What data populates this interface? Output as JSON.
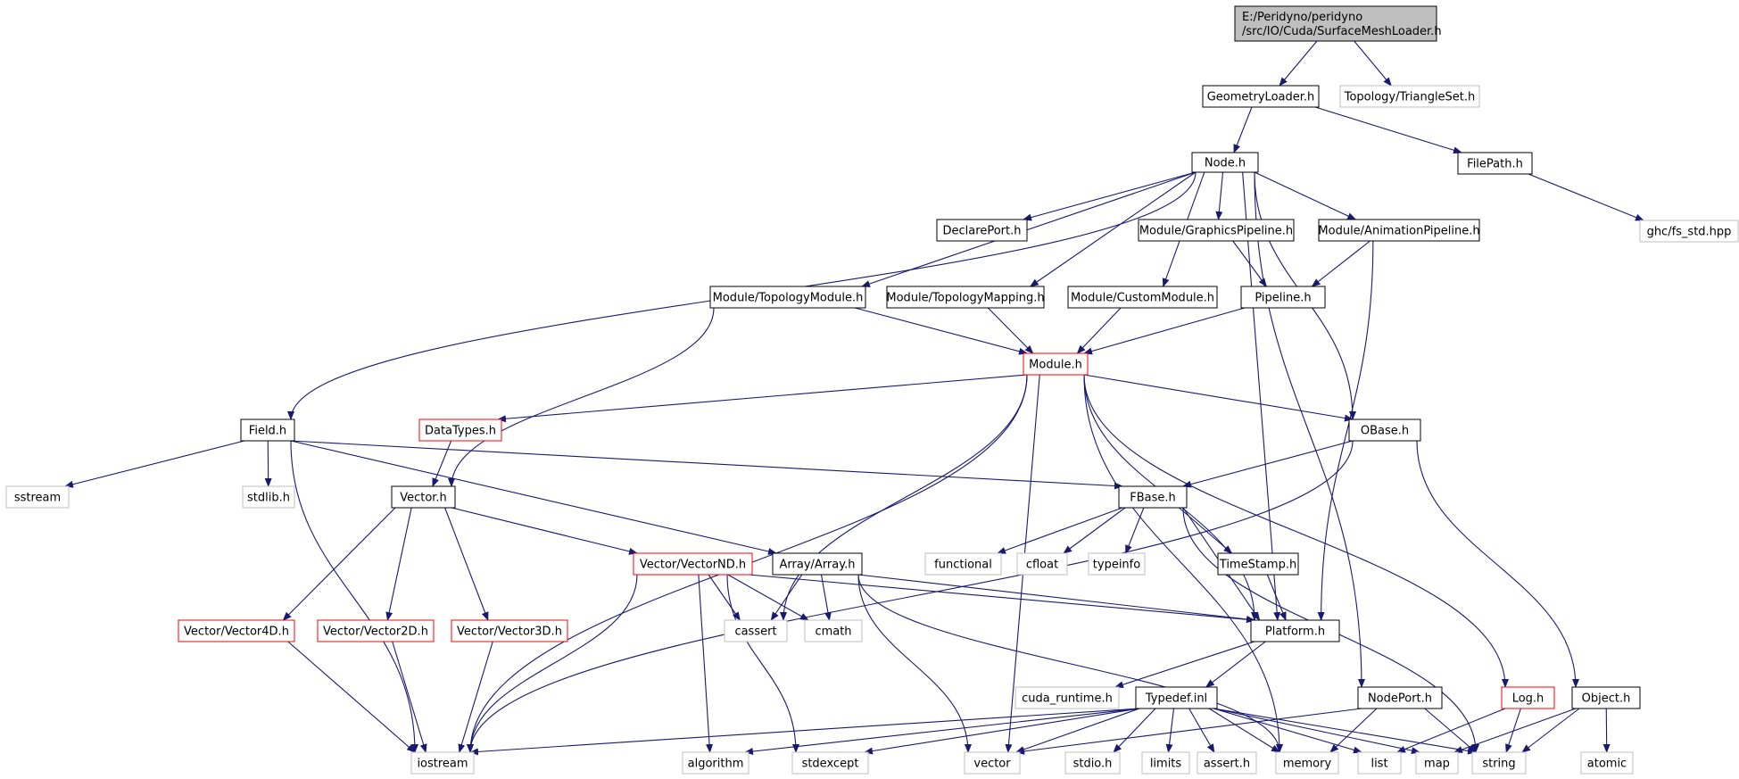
{
  "colors": {
    "edge": "#191970",
    "border_normal": "#000000",
    "border_truncated": "#ff0000",
    "border_external": "#bfbfbf",
    "fill_root": "#bfbfbf",
    "fill_node": "#ffffff",
    "text": "#000000"
  },
  "nodes": [
    {
      "id": "root",
      "label": "E:/Peridyno/peridyno\n/src/IO/Cuda/SurfaceMeshLoader.h",
      "kind": "root"
    },
    {
      "id": "geometryloader",
      "label": "GeometryLoader.h",
      "kind": "normal"
    },
    {
      "id": "triangleset",
      "label": "Topology/TriangleSet.h",
      "kind": "external"
    },
    {
      "id": "node",
      "label": "Node.h",
      "kind": "normal"
    },
    {
      "id": "filepath",
      "label": "FilePath.h",
      "kind": "normal"
    },
    {
      "id": "fsstd",
      "label": "ghc/fs_std.hpp",
      "kind": "external"
    },
    {
      "id": "declareport",
      "label": "DeclarePort.h",
      "kind": "normal"
    },
    {
      "id": "graphicspipeline",
      "label": "Module/GraphicsPipeline.h",
      "kind": "normal"
    },
    {
      "id": "animationpipeline",
      "label": "Module/AnimationPipeline.h",
      "kind": "normal"
    },
    {
      "id": "topologymodule",
      "label": "Module/TopologyModule.h",
      "kind": "normal"
    },
    {
      "id": "topologymapping",
      "label": "Module/TopologyMapping.h",
      "kind": "normal"
    },
    {
      "id": "custommodule",
      "label": "Module/CustomModule.h",
      "kind": "normal"
    },
    {
      "id": "pipeline",
      "label": "Pipeline.h",
      "kind": "normal"
    },
    {
      "id": "module",
      "label": "Module.h",
      "kind": "truncated"
    },
    {
      "id": "field",
      "label": "Field.h",
      "kind": "normal"
    },
    {
      "id": "datatypes",
      "label": "DataTypes.h",
      "kind": "truncated"
    },
    {
      "id": "obase",
      "label": "OBase.h",
      "kind": "normal"
    },
    {
      "id": "sstream",
      "label": "sstream",
      "kind": "external"
    },
    {
      "id": "stdlib",
      "label": "stdlib.h",
      "kind": "external"
    },
    {
      "id": "vector_h",
      "label": "Vector.h",
      "kind": "normal"
    },
    {
      "id": "fbase",
      "label": "FBase.h",
      "kind": "normal"
    },
    {
      "id": "functional",
      "label": "functional",
      "kind": "external"
    },
    {
      "id": "cfloat",
      "label": "cfloat",
      "kind": "external"
    },
    {
      "id": "typeinfo",
      "label": "typeinfo",
      "kind": "external"
    },
    {
      "id": "timestamp",
      "label": "TimeStamp.h",
      "kind": "normal"
    },
    {
      "id": "vectornd",
      "label": "Vector/VectorND.h",
      "kind": "truncated"
    },
    {
      "id": "array",
      "label": "Array/Array.h",
      "kind": "normal"
    },
    {
      "id": "vector4d",
      "label": "Vector/Vector4D.h",
      "kind": "truncated"
    },
    {
      "id": "vector2d",
      "label": "Vector/Vector2D.h",
      "kind": "truncated"
    },
    {
      "id": "vector3d",
      "label": "Vector/Vector3D.h",
      "kind": "truncated"
    },
    {
      "id": "cassert",
      "label": "cassert",
      "kind": "external"
    },
    {
      "id": "cmath",
      "label": "cmath",
      "kind": "external"
    },
    {
      "id": "platform",
      "label": "Platform.h",
      "kind": "normal"
    },
    {
      "id": "cudaruntime",
      "label": "cuda_runtime.h",
      "kind": "external"
    },
    {
      "id": "typedef",
      "label": "Typedef.inl",
      "kind": "normal"
    },
    {
      "id": "nodeport",
      "label": "NodePort.h",
      "kind": "normal"
    },
    {
      "id": "log",
      "label": "Log.h",
      "kind": "truncated"
    },
    {
      "id": "object",
      "label": "Object.h",
      "kind": "normal"
    },
    {
      "id": "iostream",
      "label": "iostream",
      "kind": "external"
    },
    {
      "id": "algorithm",
      "label": "algorithm",
      "kind": "external"
    },
    {
      "id": "stdexcept",
      "label": "stdexcept",
      "kind": "external"
    },
    {
      "id": "vector_std",
      "label": "vector",
      "kind": "external"
    },
    {
      "id": "stdio",
      "label": "stdio.h",
      "kind": "external"
    },
    {
      "id": "limits",
      "label": "limits",
      "kind": "external"
    },
    {
      "id": "assert",
      "label": "assert.h",
      "kind": "external"
    },
    {
      "id": "memory",
      "label": "memory",
      "kind": "external"
    },
    {
      "id": "list",
      "label": "list",
      "kind": "external"
    },
    {
      "id": "map",
      "label": "map",
      "kind": "external"
    },
    {
      "id": "string",
      "label": "string",
      "kind": "external"
    },
    {
      "id": "atomic",
      "label": "atomic",
      "kind": "external"
    }
  ],
  "edges": [
    [
      "root",
      "geometryloader"
    ],
    [
      "root",
      "triangleset"
    ],
    [
      "geometryloader",
      "node"
    ],
    [
      "geometryloader",
      "filepath"
    ],
    [
      "filepath",
      "fsstd"
    ],
    [
      "node",
      "declareport"
    ],
    [
      "node",
      "graphicspipeline"
    ],
    [
      "node",
      "animationpipeline"
    ],
    [
      "node",
      "topologymodule"
    ],
    [
      "node",
      "topologymapping"
    ],
    [
      "node",
      "custommodule"
    ],
    [
      "node",
      "field"
    ],
    [
      "node",
      "obase"
    ],
    [
      "node",
      "platform"
    ],
    [
      "node",
      "nodeport"
    ],
    [
      "graphicspipeline",
      "pipeline"
    ],
    [
      "animationpipeline",
      "pipeline"
    ],
    [
      "animationpipeline",
      "platform"
    ],
    [
      "topologymodule",
      "module"
    ],
    [
      "topologymodule",
      "vector_h"
    ],
    [
      "topologymapping",
      "module"
    ],
    [
      "custommodule",
      "module"
    ],
    [
      "pipeline",
      "module"
    ],
    [
      "module",
      "datatypes"
    ],
    [
      "module",
      "obase"
    ],
    [
      "module",
      "iostream"
    ],
    [
      "module",
      "cassert"
    ],
    [
      "module",
      "vector_std"
    ],
    [
      "module",
      "memory"
    ],
    [
      "module",
      "platform"
    ],
    [
      "module",
      "log"
    ],
    [
      "datatypes",
      "vector_h"
    ],
    [
      "field",
      "sstream"
    ],
    [
      "field",
      "stdlib"
    ],
    [
      "field",
      "iostream"
    ],
    [
      "field",
      "array"
    ],
    [
      "field",
      "fbase"
    ],
    [
      "obase",
      "fbase"
    ],
    [
      "obase",
      "object"
    ],
    [
      "obase",
      "iostream"
    ],
    [
      "vector_h",
      "vectornd"
    ],
    [
      "vector_h",
      "vector4d"
    ],
    [
      "vector_h",
      "vector2d"
    ],
    [
      "vector_h",
      "vector3d"
    ],
    [
      "vector4d",
      "iostream"
    ],
    [
      "vector2d",
      "iostream"
    ],
    [
      "vector3d",
      "iostream"
    ],
    [
      "vectornd",
      "cassert"
    ],
    [
      "vectornd",
      "cmath"
    ],
    [
      "vectornd",
      "algorithm"
    ],
    [
      "vectornd",
      "stdexcept"
    ],
    [
      "vectornd",
      "iostream"
    ],
    [
      "vectornd",
      "platform"
    ],
    [
      "array",
      "cassert"
    ],
    [
      "array",
      "cmath"
    ],
    [
      "array",
      "vector_std"
    ],
    [
      "array",
      "platform"
    ],
    [
      "array",
      "memory"
    ],
    [
      "fbase",
      "functional"
    ],
    [
      "fbase",
      "cfloat"
    ],
    [
      "fbase",
      "typeinfo"
    ],
    [
      "fbase",
      "timestamp"
    ],
    [
      "fbase",
      "platform"
    ],
    [
      "fbase",
      "string"
    ],
    [
      "timestamp",
      "platform"
    ],
    [
      "platform",
      "cudaruntime"
    ],
    [
      "platform",
      "typedef"
    ],
    [
      "typedef",
      "iostream"
    ],
    [
      "typedef",
      "algorithm"
    ],
    [
      "typedef",
      "stdexcept"
    ],
    [
      "typedef",
      "vector_std"
    ],
    [
      "typedef",
      "stdio"
    ],
    [
      "typedef",
      "limits"
    ],
    [
      "typedef",
      "assert"
    ],
    [
      "typedef",
      "memory"
    ],
    [
      "typedef",
      "list"
    ],
    [
      "typedef",
      "map"
    ],
    [
      "typedef",
      "string"
    ],
    [
      "nodeport",
      "vector_std"
    ],
    [
      "nodeport",
      "memory"
    ],
    [
      "nodeport",
      "string"
    ],
    [
      "log",
      "list"
    ],
    [
      "log",
      "string"
    ],
    [
      "object",
      "map"
    ],
    [
      "object",
      "string"
    ],
    [
      "object",
      "atomic"
    ]
  ]
}
